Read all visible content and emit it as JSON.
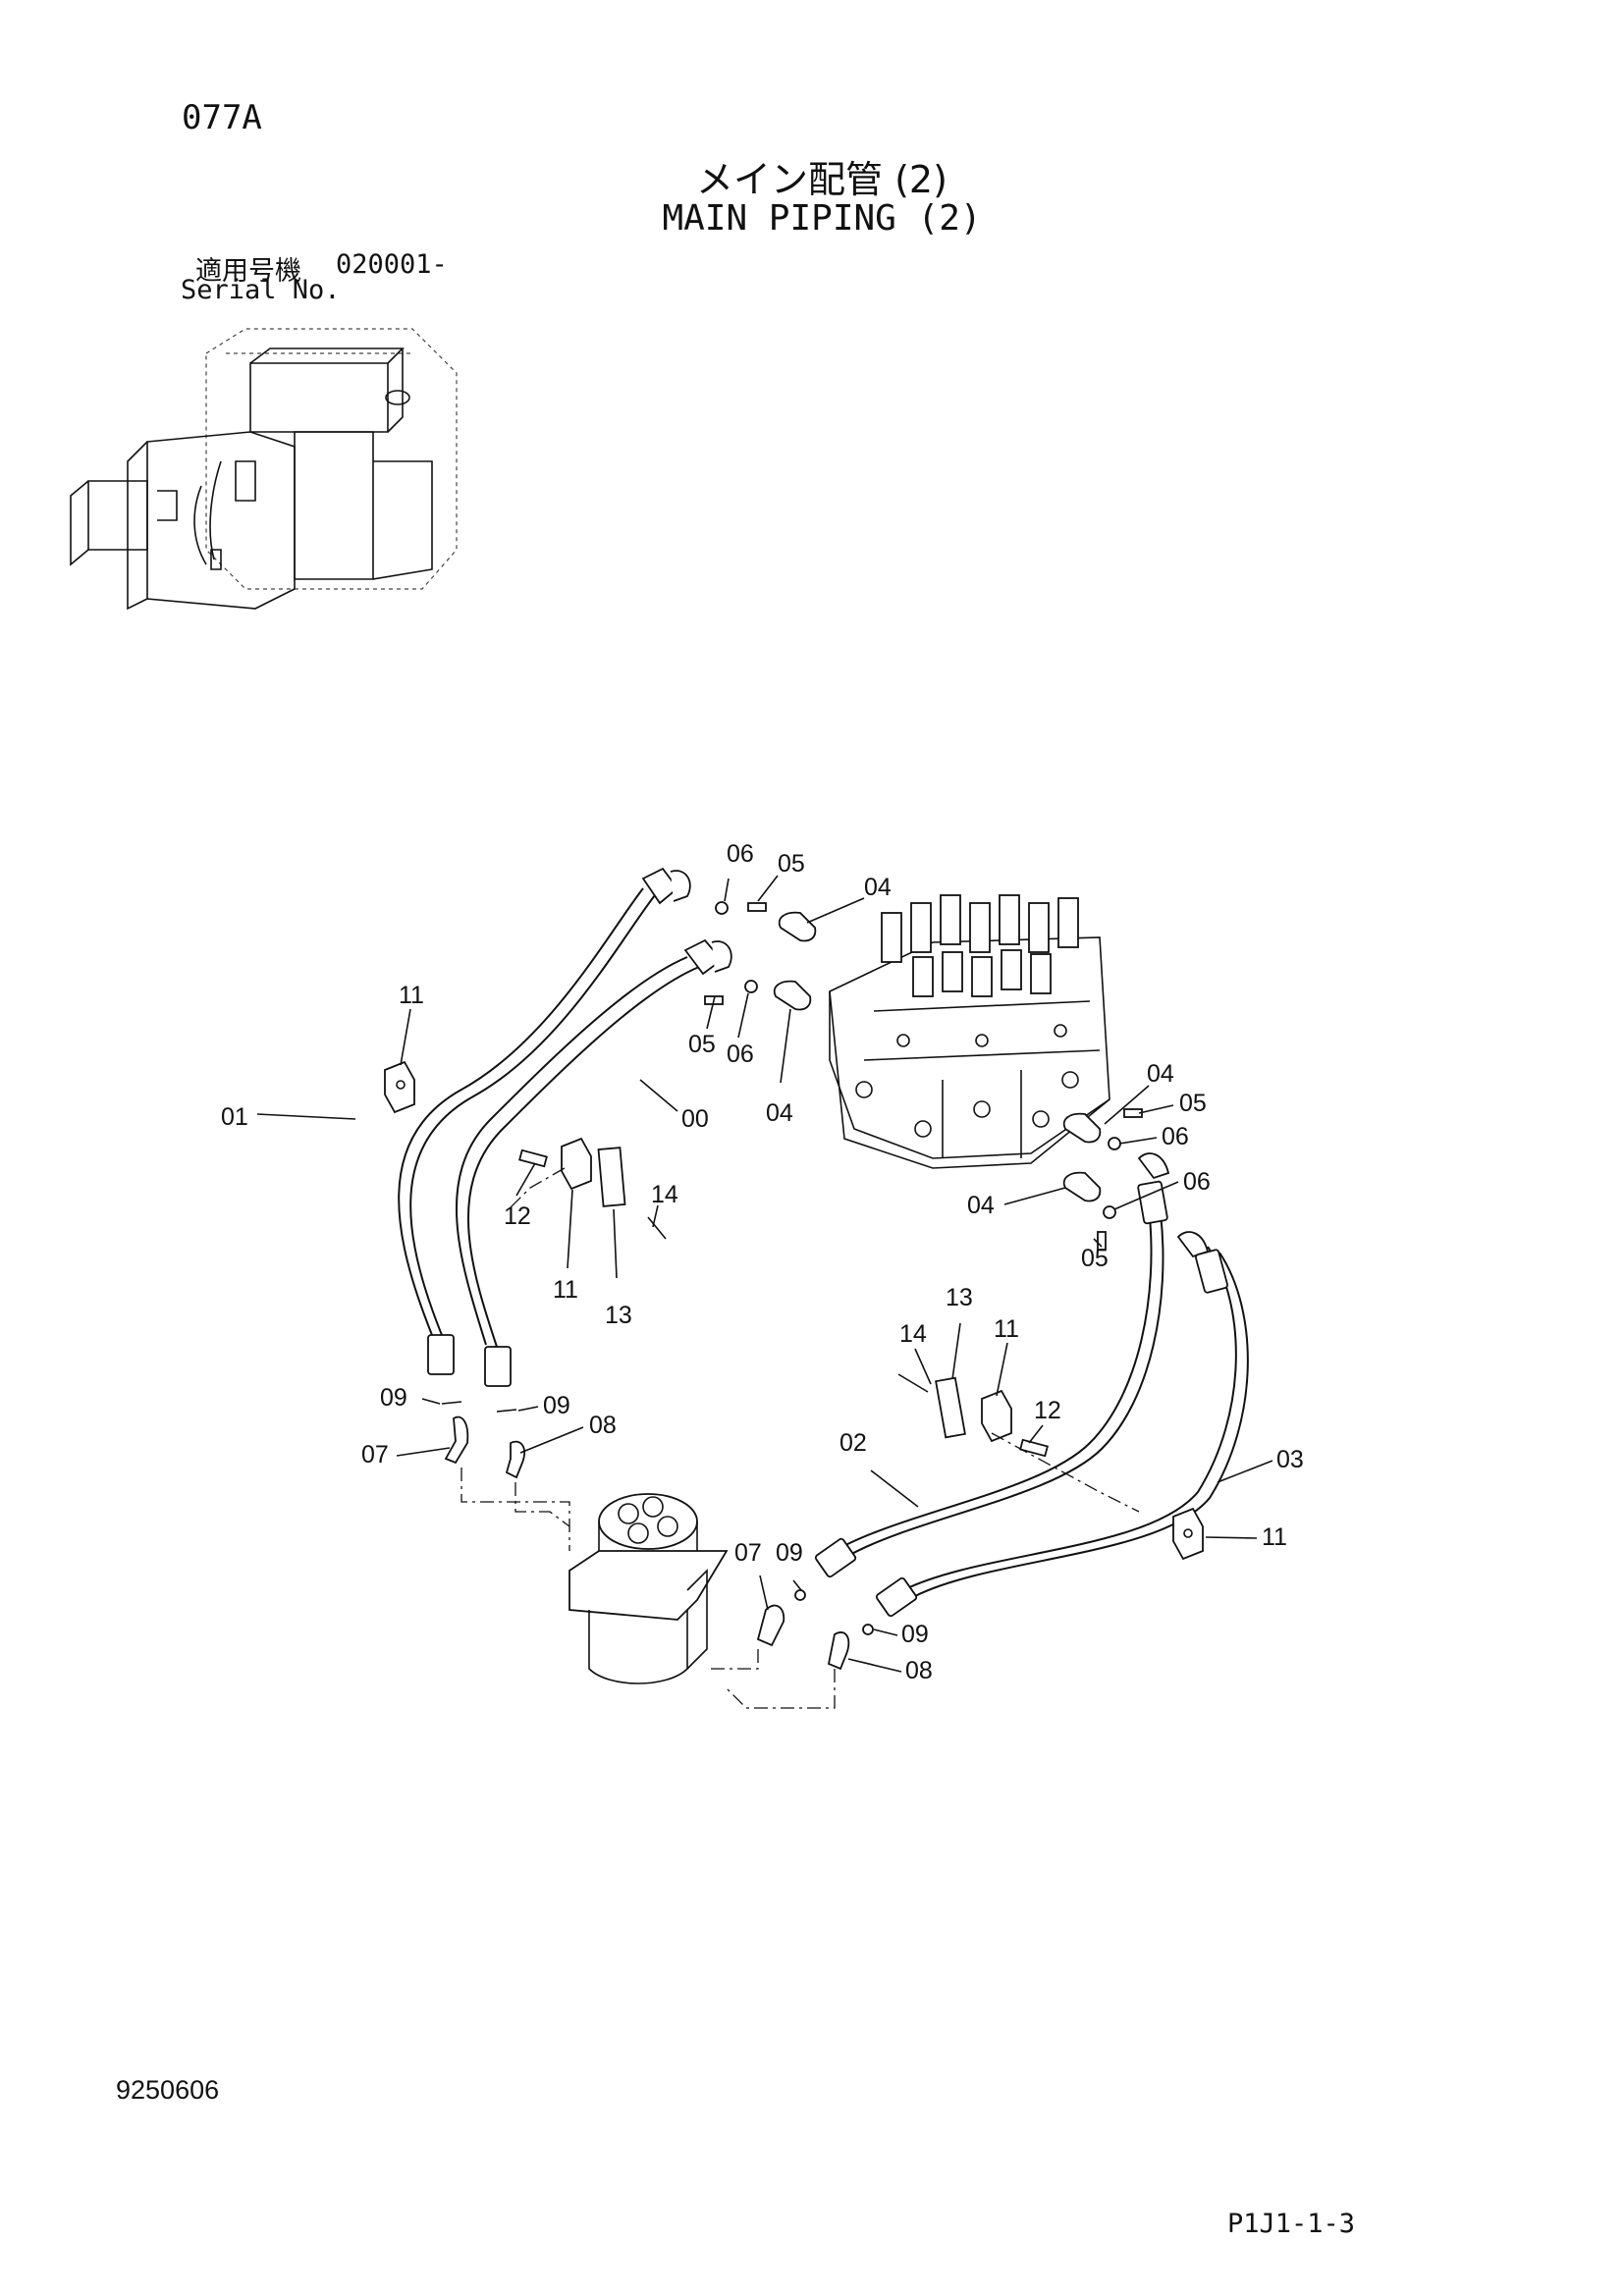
{
  "header": {
    "ref_no": "077A",
    "title_jp": "メイン配管 (2)",
    "title_en": "MAIN PIPING (2)",
    "serial_label_jp": "適用号機",
    "serial_value": "020001-",
    "serial_label_en": "Serial No."
  },
  "callouts": {
    "c06_a": "06",
    "c05_a": "05",
    "c04_a": "04",
    "c11_a": "11",
    "c05_b": "05",
    "c06_b": "06",
    "c04_b": "04",
    "c00": "00",
    "c01": "01",
    "c12_a": "12",
    "c14_a": "14",
    "c11_b": "11",
    "c13_a": "13",
    "c04_c": "04",
    "c05_c": "05",
    "c06_c": "06",
    "c06_d": "06",
    "c04_d": "04",
    "c05_d": "05",
    "c13_b": "13",
    "c14_b": "14",
    "c11_c": "11",
    "c12_b": "12",
    "c09_a": "09",
    "c09_b": "09",
    "c07_a": "07",
    "c08_a": "08",
    "c02": "02",
    "c03": "03",
    "c11_d": "11",
    "c07_b": "07",
    "c09_c": "09",
    "c09_d": "09",
    "c08_b": "08"
  },
  "footer": {
    "doc_no": "9250606",
    "page_code": "P1J1-1-3"
  }
}
